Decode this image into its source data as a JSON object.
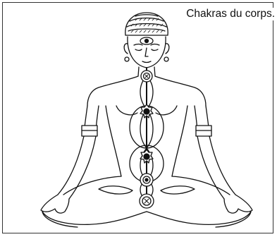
{
  "caption": "Chakras du corps.",
  "colors": {
    "line": "#111111",
    "background": "#ffffff",
    "border": "#333333"
  },
  "chakras": [
    {
      "name": "ajna",
      "label": "third-eye"
    },
    {
      "name": "vishuddha",
      "label": "throat"
    },
    {
      "name": "anahata",
      "label": "heart"
    },
    {
      "name": "manipura",
      "label": "solar-plexus"
    },
    {
      "name": "svadhisthana",
      "label": "sacral"
    },
    {
      "name": "muladhara",
      "label": "root"
    }
  ]
}
